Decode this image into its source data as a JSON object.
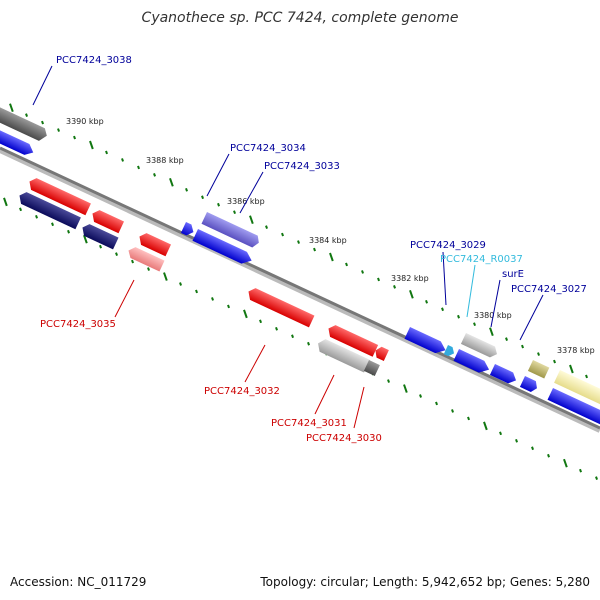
{
  "title": "Cyanothece sp. PCC 7424, complete genome",
  "footer": {
    "accession": "Accession: NC_011729",
    "summary": "Topology: circular; Length: 5,942,652 bp; Genes: 5,280"
  },
  "scale_labels": [
    "3390 kbp",
    "3388 kbp",
    "3386 kbp",
    "3384 kbp",
    "3382 kbp",
    "3380 kbp",
    "3378 kbp"
  ],
  "gene_labels": {
    "g3038": "PCC7424_3038",
    "g3034": "PCC7424_3034",
    "g3033": "PCC7424_3033",
    "g3029": "PCC7424_3029",
    "r0037": "PCC7424_R0037",
    "surE": "surE",
    "g3027": "PCC7424_3027",
    "g3035": "PCC7424_3035",
    "g3032": "PCC7424_3032",
    "g3031": "PCC7424_3031",
    "g3030": "PCC7424_3030"
  },
  "colors": {
    "backbone": "#888888",
    "blue": "#0000ee",
    "red": "#ee0000",
    "grey": "#aaaaaa",
    "tick": "#117711",
    "label_blue": "#00009a",
    "label_cyan": "#33bbdd",
    "label_red": "#cc0000"
  }
}
